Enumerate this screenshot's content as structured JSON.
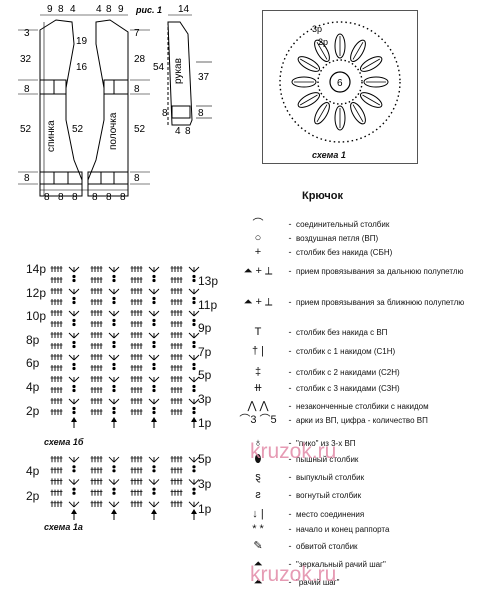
{
  "figure": {
    "title": "рис. 1",
    "back_label": "спинка",
    "front_label": "полочка",
    "sleeve_label": "рукав",
    "top_dims_back": [
      "9",
      "8",
      "4"
    ],
    "top_dims_front": [
      "4",
      "8",
      "9"
    ],
    "sleeve_top": "14",
    "back_left": [
      "3",
      "32",
      "8",
      "52",
      "8"
    ],
    "back_inner": [
      "19",
      "16",
      "52"
    ],
    "front_right": [
      "7",
      "28",
      "8",
      "52",
      "8"
    ],
    "sleeve_left": "54",
    "sleeve_right": [
      "37",
      "8"
    ],
    "sleeve_inner": "8",
    "sleeve_bottom": [
      "4",
      "8"
    ],
    "bottom_dims_back": [
      "8",
      "8",
      "8"
    ],
    "bottom_dims_front": [
      "8",
      "8",
      "8"
    ]
  },
  "motif": {
    "caption": "схема 1",
    "center_label": "6",
    "ring_labels": [
      "3р",
      "2р"
    ]
  },
  "legend": {
    "title": "Крючок",
    "items": [
      {
        "sym": "⌒",
        "text": "соединительный столбик"
      },
      {
        "sym": "○",
        "text": "воздушная петля (ВП)"
      },
      {
        "sym": "+",
        "text": "столбик без накида (СБН)"
      },
      {
        "sym": "⏶ + ⊥",
        "text": "прием провязывания за дальнюю полупетлю"
      },
      {
        "sym": "⏶ + ⊥",
        "text": "прием провязывания за ближнюю полупетлю"
      },
      {
        "sym": "T",
        "text": "столбик без накида с ВП"
      },
      {
        "sym": "† |",
        "text": "столбик с 1 накидом (С1Н)"
      },
      {
        "sym": "‡",
        "text": "столбик с 2 накидами (С2Н)"
      },
      {
        "sym": "⧺",
        "text": "столбик с 3 накидами (С3Н)"
      },
      {
        "sym": "⋀ ⋀",
        "text": "незаконченные столбики с накидом"
      },
      {
        "sym": "⌒3 ⌒5",
        "text": "арки из ВП, цифра - количество ВП"
      },
      {
        "sym": "♁",
        "text": "\"пико\" из 3-х ВП"
      },
      {
        "sym": "⬮",
        "text": "пышный столбик"
      },
      {
        "sym": "ȿ",
        "text": "выпуклый столбик"
      },
      {
        "sym": "ƨ",
        "text": "вогнутый столбик"
      },
      {
        "sym": "↓ |",
        "text": "место соединения"
      },
      {
        "sym": "* *",
        "text": "начало и конец раппорта"
      },
      {
        "sym": "✎",
        "text": "обвитой столбик"
      },
      {
        "sym": "⏶",
        "text": "\"зеркальный рачий шаг\""
      },
      {
        "sym": "⏶",
        "text": "\"рачий шаг\""
      }
    ]
  },
  "chart1b": {
    "caption": "схема 1б",
    "left_rows": [
      "14р",
      "12р",
      "10р",
      "8р",
      "6р",
      "4р",
      "2р"
    ],
    "right_rows": [
      "13р",
      "11р",
      "9р",
      "7р",
      "5р",
      "3р",
      "1р"
    ]
  },
  "chart1a": {
    "caption": "схема 1а",
    "left_rows": [
      "4р",
      "2р"
    ],
    "right_rows": [
      "5р",
      "3р",
      "1р"
    ]
  },
  "watermark": "kru҆zok.ru",
  "watermark_text": "kruzok.ru"
}
